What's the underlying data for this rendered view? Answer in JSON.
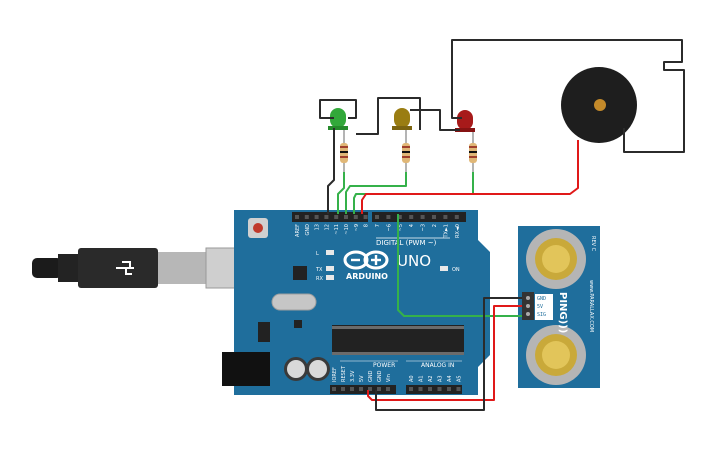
{
  "board": {
    "brand": "ARDUINO",
    "model": "UNO",
    "digital_header": "DIGITAL (PWM ~)",
    "power_header": "POWER",
    "analog_header": "ANALOG IN",
    "on_label": "ON",
    "l_label": "L",
    "tx_label": "TX",
    "rx_label": "RX",
    "top_pins": [
      "AREF",
      "GND",
      "13",
      "12",
      "~11",
      "~10",
      "~9",
      "8",
      "7",
      "~6",
      "~5",
      "4",
      "~3",
      "2",
      "TX►1",
      "RX◄0"
    ],
    "power_pins": [
      "IOREF",
      "RESET",
      "3.3V",
      "5V",
      "GND",
      "GND",
      "Vin"
    ],
    "analog_pins": [
      "A0",
      "A1",
      "A2",
      "A3",
      "A4",
      "A5"
    ]
  },
  "sensor": {
    "name": "PING)))",
    "pins": [
      "GND",
      "5V",
      "SIG"
    ],
    "side_text": "www.PARALLAX.COM",
    "rev": "REV C"
  },
  "colors": {
    "board": "#1f6e9c",
    "wire_black": "#2b2b2b",
    "wire_green": "#35b14a",
    "wire_red": "#e01919",
    "led_green": "#32a83a",
    "led_yellow": "#9a7d12",
    "led_red": "#a71a1a"
  }
}
